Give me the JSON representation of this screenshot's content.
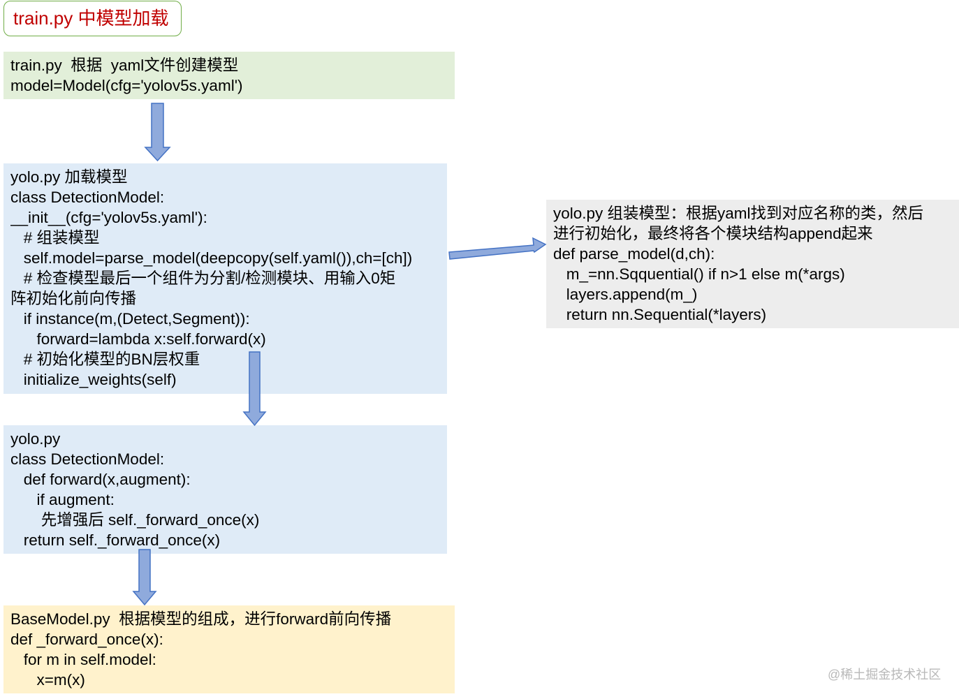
{
  "title": "train.py 中模型加载",
  "box_train": {
    "lines": [
      "train.py  根据  yaml文件创建模型",
      "model=Model(cfg='yolov5s.yaml')"
    ]
  },
  "box_yolo_init": {
    "lines": [
      "yolo.py 加载模型",
      "class DetectionModel:",
      "__init__(cfg='yolov5s.yaml'):",
      "   # 组装模型",
      "   self.model=parse_model(deepcopy(self.yaml()),ch=[ch])",
      "   # 检查模型最后一个组件为分割/检测模块、用输入0矩",
      "阵初始化前向传播",
      "   if instance(m,(Detect,Segment)):",
      "      forward=lambda x:self.forward(x)",
      "   # 初始化模型的BN层权重",
      "   initialize_weights(self)"
    ]
  },
  "box_parse_model": {
    "lines": [
      "yolo.py 组装模型：根据yaml找到对应名称的类，然后",
      "进行初始化，最终将各个模块结构append起来",
      "def parse_model(d,ch):",
      "   m_=nn.Sqquential() if n>1 else m(*args)",
      "   layers.append(m_)",
      "   return nn.Sequential(*layers)"
    ]
  },
  "box_yolo_forward": {
    "lines": [
      "yolo.py",
      "class DetectionModel:",
      "   def forward(x,augment):",
      "      if augment:",
      "       先增强后 self._forward_once(x)",
      "   return self._forward_once(x)"
    ]
  },
  "box_basemodel": {
    "lines": [
      "BaseModel.py  根据模型的组成，进行forward前向传播",
      "def _forward_once(x):",
      "   for m in self.model:",
      "      x=m(x)"
    ]
  },
  "watermark": "@稀土掘金技术社区",
  "colors": {
    "title_text": "#c00000",
    "title_border": "#70ad47",
    "green_box": "#e2efd9",
    "blue_box": "#dfebf7",
    "gray_box": "#ededed",
    "yellow_box": "#fff2cc",
    "arrow_fill": "#8faadc",
    "arrow_stroke": "#4472c4"
  }
}
